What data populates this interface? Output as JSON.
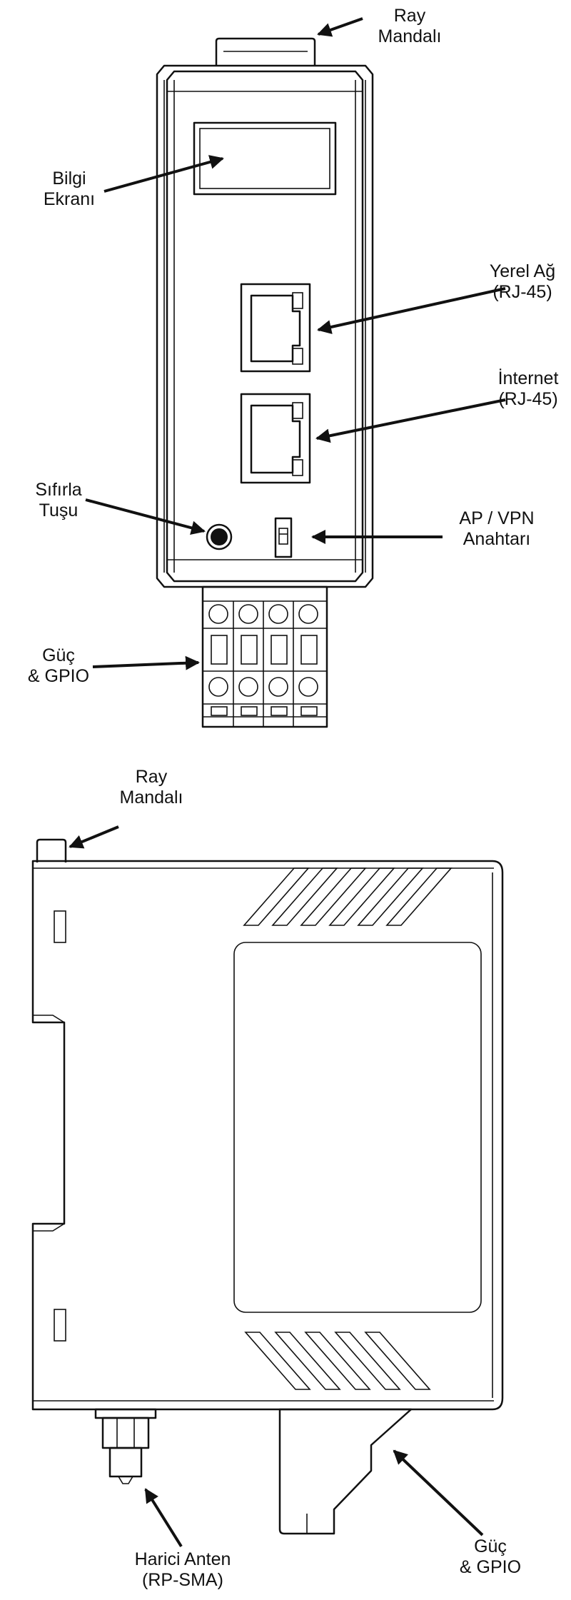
{
  "front_view": {
    "labels": {
      "rail_latch": "Ray\nMandalı",
      "info_display": "Bilgi\nEkranı",
      "lan_port": "Yerel Ağ\n(RJ-45)",
      "internet_port": "İnternet\n(RJ-45)",
      "reset_button": "Sıfırla\nTuşu",
      "ap_vpn_switch": "AP / VPN\nAnahtarı",
      "power_gpio": "Güç\n& GPIO"
    }
  },
  "side_view": {
    "labels": {
      "rail_latch": "Ray\nMandalı",
      "external_antenna": "Harici Anten\n(RP-SMA)",
      "power_gpio": "Güç\n& GPIO"
    }
  }
}
